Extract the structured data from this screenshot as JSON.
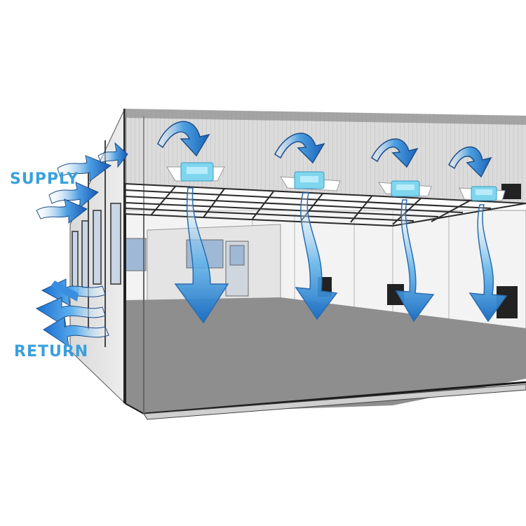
{
  "labels": {
    "supply": "SUPPLY",
    "return": "RETURN"
  },
  "colors": {
    "arrow_dark": "#1f6fc4",
    "arrow_light": "#ffffff",
    "label_blue": "#3aa0dc",
    "diffuser": "#7fd6ee",
    "floor": "#8e8e8e",
    "ceiling_grid": "#2a2a2a"
  },
  "diffusers": [
    {
      "name": "diffuser-1"
    },
    {
      "name": "diffuser-2"
    },
    {
      "name": "diffuser-3"
    },
    {
      "name": "diffuser-4"
    }
  ],
  "icons": [
    "curved-supply-arrow-icon",
    "downflow-arrow-icon",
    "return-grille-icon",
    "supply-arrow-icon",
    "return-arrow-icon"
  ]
}
